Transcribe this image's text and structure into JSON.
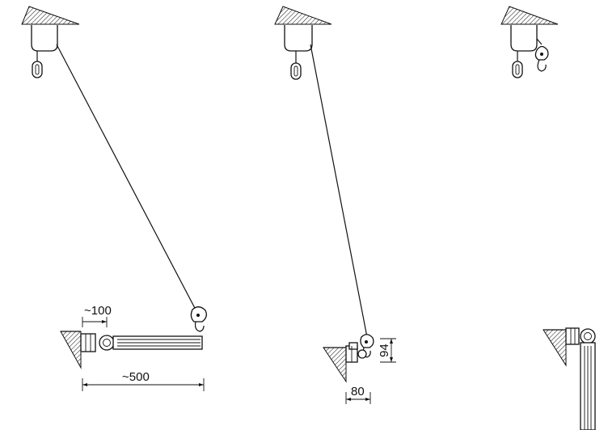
{
  "dimensions": {
    "arm_offset": "~100",
    "arm_length": "~500",
    "bracket_height": "94",
    "bracket_depth": "80"
  }
}
